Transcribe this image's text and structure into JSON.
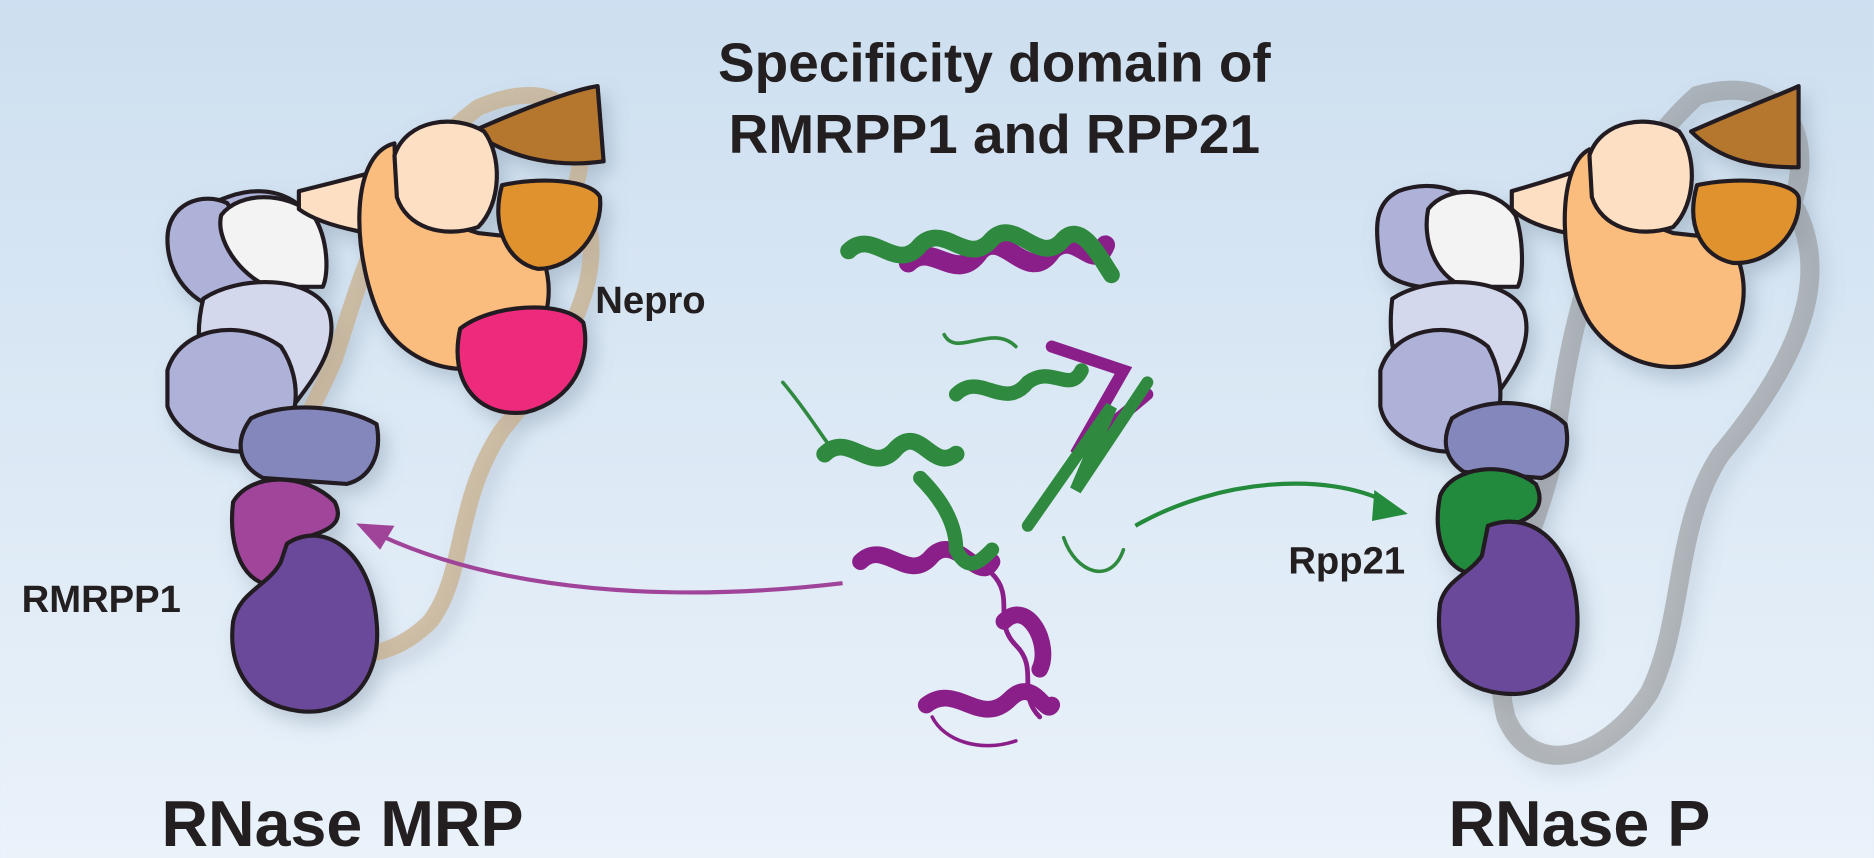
{
  "title": {
    "line1": "Specificity domain of",
    "line2": "RMRPP1 and RPP21"
  },
  "labels": {
    "nepro": "Nepro",
    "rmrpp1": "RMRPP1",
    "rpp21": "Rpp21"
  },
  "complexes": {
    "left": "RNase MRP",
    "right": "RNase P"
  },
  "colors": {
    "background_top": "#cfe0f1",
    "background_bottom": "#e8f1f9",
    "rmrpp1": "#a0449a",
    "rpp21": "#248a3c",
    "nepro": "#ee2a7b",
    "protein_magenta": "#8a1f8a",
    "protein_green": "#2f8a3f"
  }
}
